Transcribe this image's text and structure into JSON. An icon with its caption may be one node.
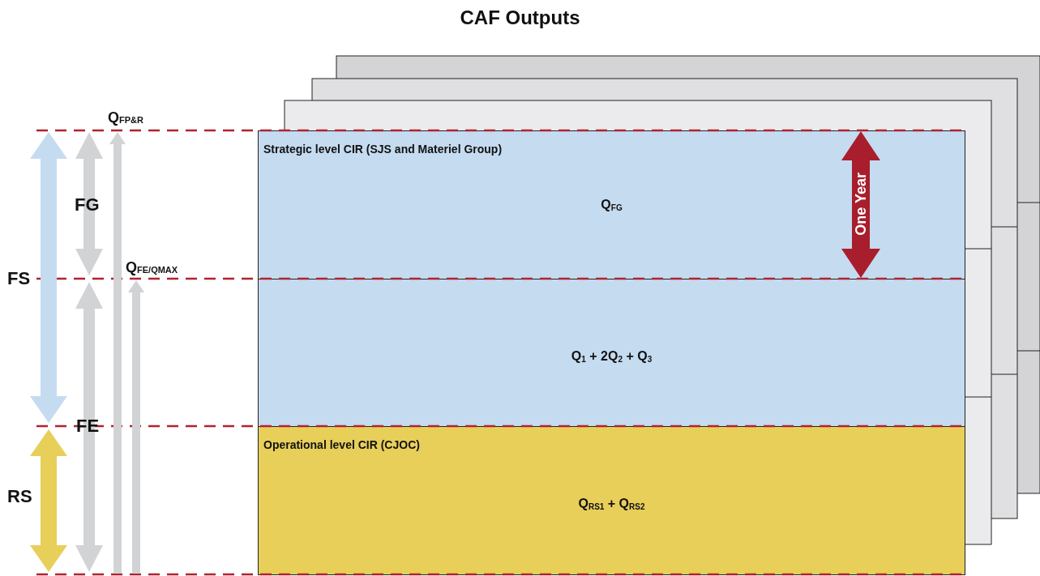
{
  "diagram": {
    "title": "CAF Outputs",
    "nodes": [
      {
        "text": [
          "Strategic level CIR (SJS and Materiel Group)",
          "Q$_{FG}$"
        ]
      },
      {
        "text": [
          "Q$_{1}$ + 2Q$_{2}$ + Q$_{3}$"
        ]
      },
      {
        "text": [
          "Operational level CIR (CJOC)",
          "Q$_{RS1}$ + Q$_{RS2}$"
        ]
      }
    ],
    "labels": [
      "Q$_{FP&R}$",
      "FG",
      "Q$_{FE/QMAX}$",
      "FS",
      "FE",
      "RS",
      "One Year"
    ]
  }
}
